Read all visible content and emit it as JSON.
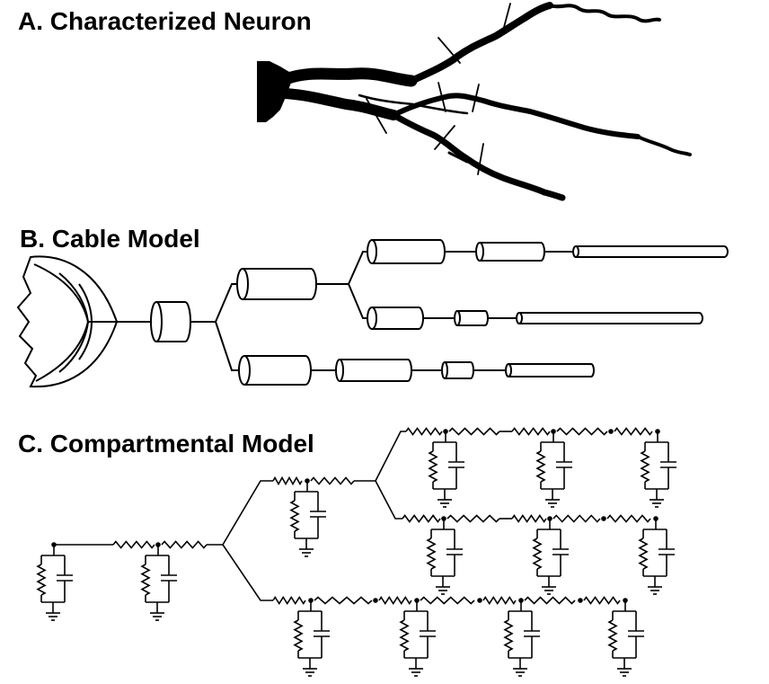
{
  "panels": {
    "a": {
      "title": "A. Characterized Neuron"
    },
    "b": {
      "title": "B. Cable Model"
    },
    "c": {
      "title": "C. Compartmental Model"
    }
  },
  "colors": {
    "ink": "#000000",
    "background": "#ffffff"
  }
}
